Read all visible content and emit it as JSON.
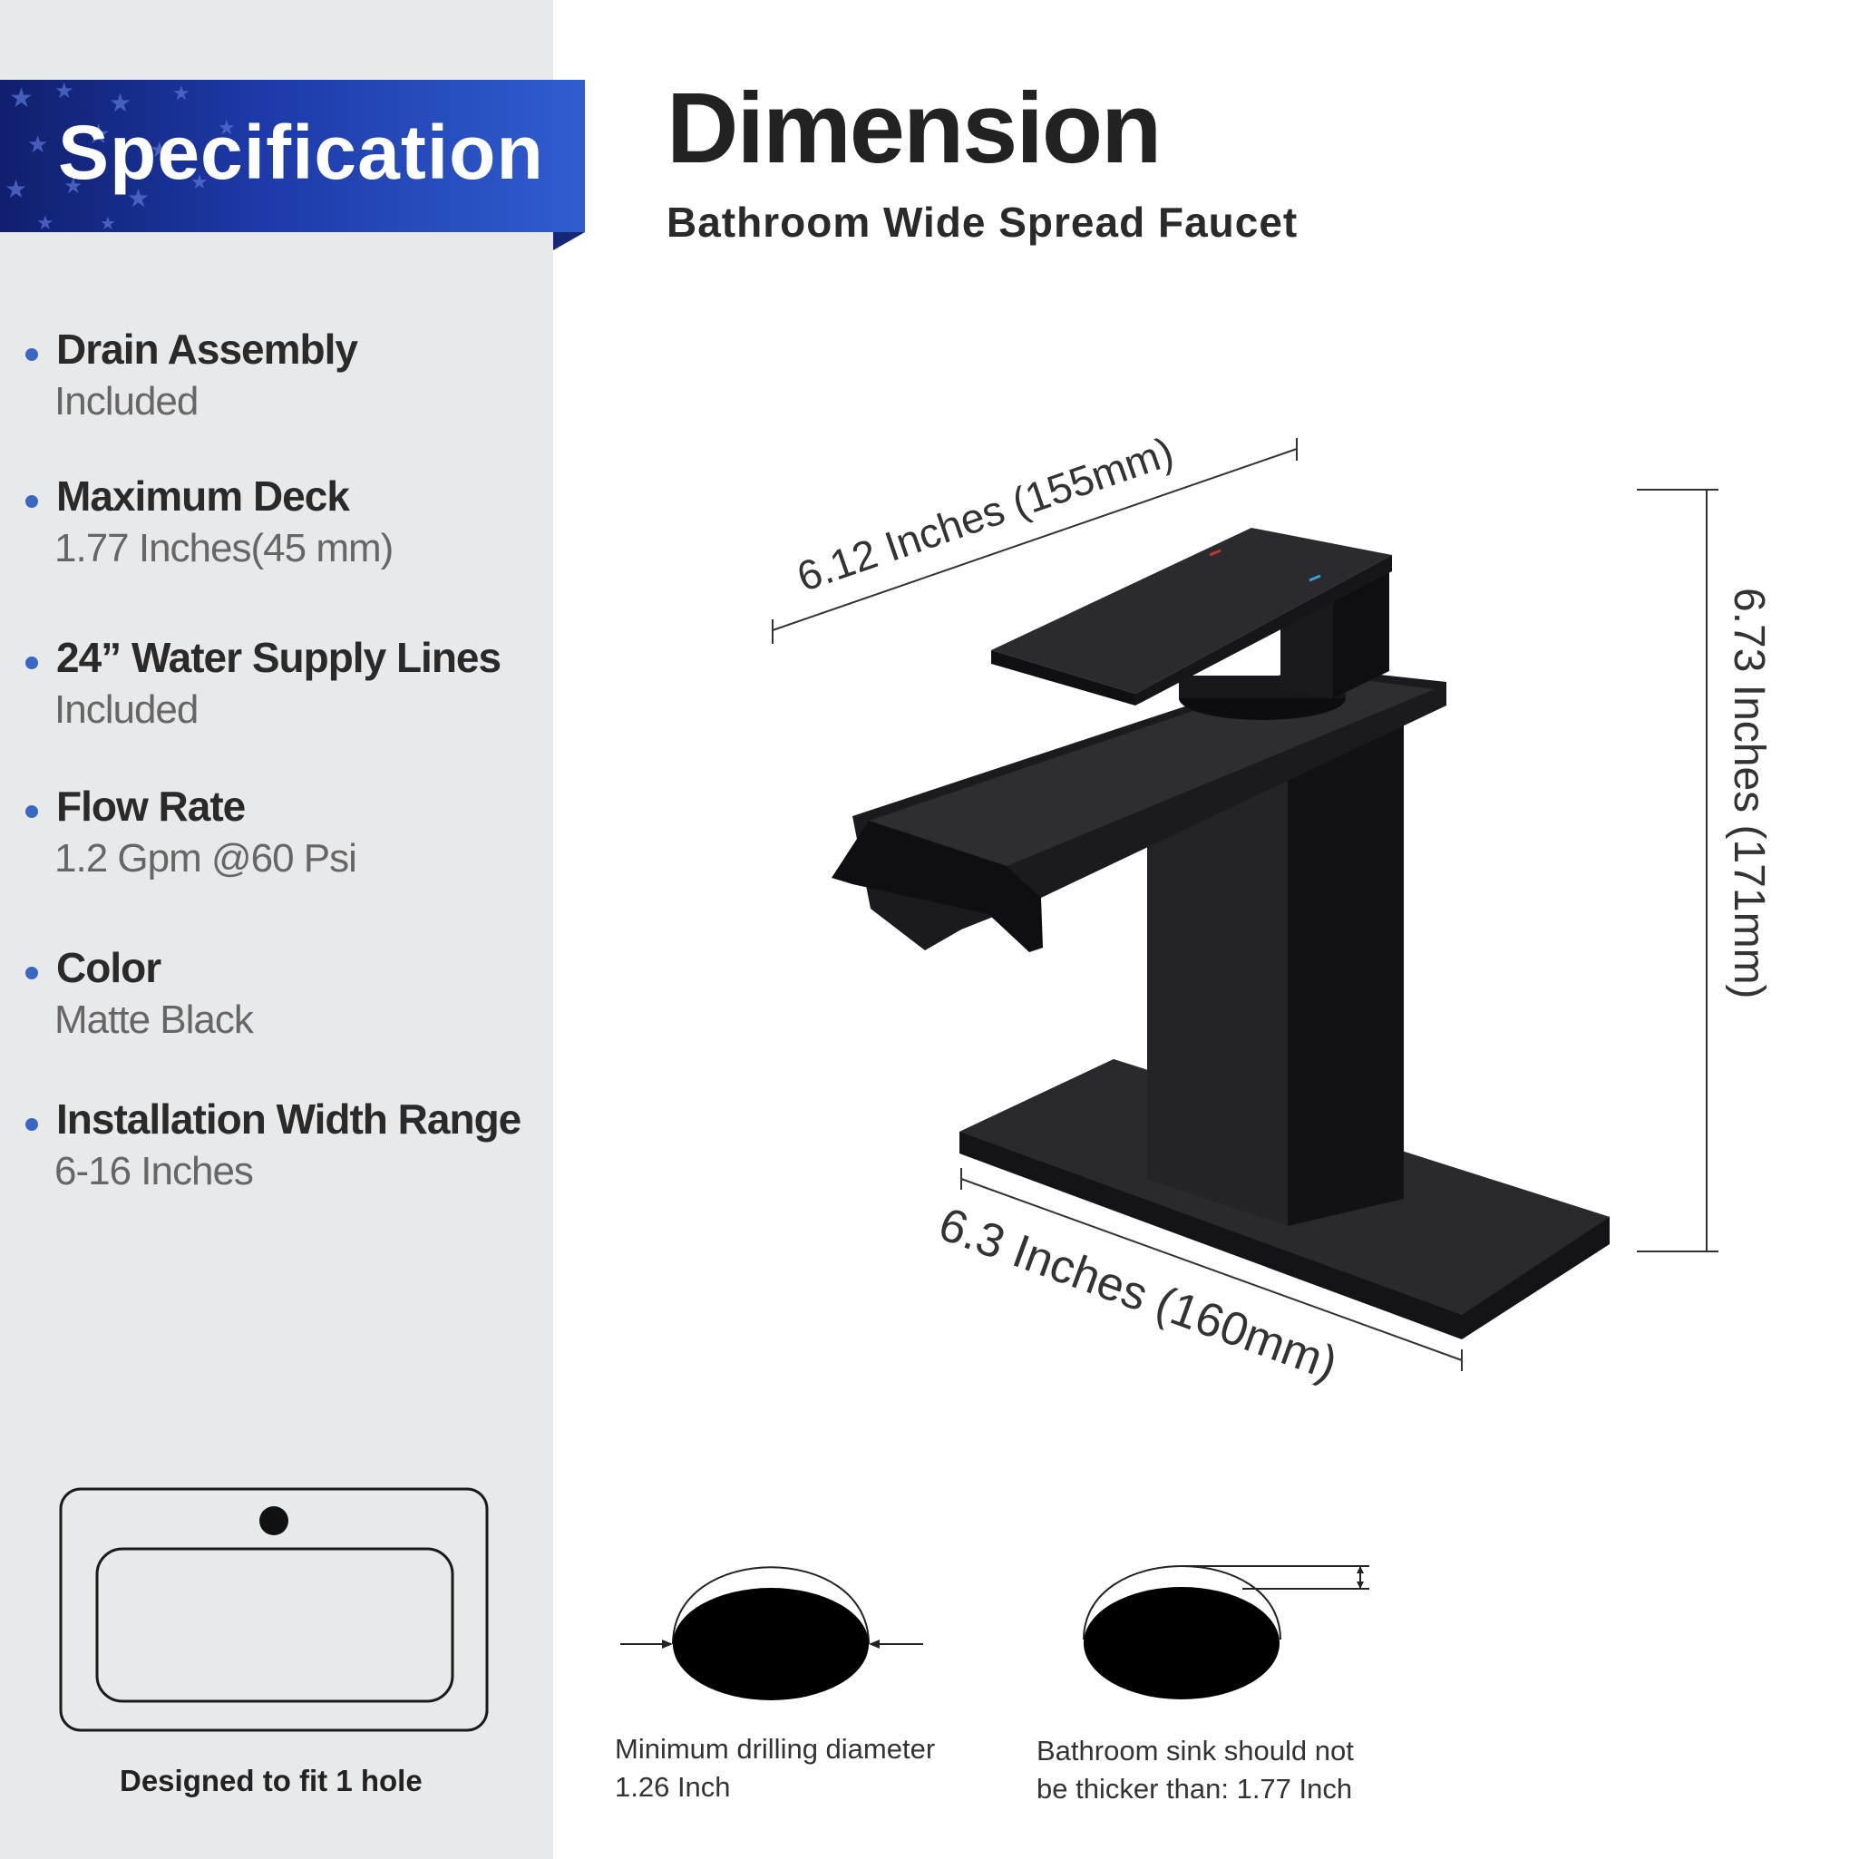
{
  "specification": {
    "title": "Specification",
    "items": [
      {
        "name": "Drain Assembly",
        "value": "Included"
      },
      {
        "name": "Maximum Deck",
        "value": "1.77 Inches(45 mm)"
      },
      {
        "name": "24” Water Supply Lines",
        "value": "Included"
      },
      {
        "name": "Flow Rate",
        "value": "1.2 Gpm @60 Psi"
      },
      {
        "name": "Color",
        "value": "Matte Black"
      },
      {
        "name": "Installation Width Range",
        "value": "6-16 Inches"
      }
    ],
    "hole_caption": "Designed to fit 1 hole"
  },
  "dimension": {
    "title": "Dimension",
    "subtitle": "Bathroom Wide Spread Faucet",
    "top_width": "6.12 Inches (155mm)",
    "height": "6.73 Inches (171mm)",
    "base_width": "6.3 Inches (160mm)",
    "drill_caption_line1": "Minimum drilling diameter",
    "drill_caption_line2": "1.26 Inch",
    "thickness_caption_line1": "Bathroom sink should not",
    "thickness_caption_line2": "be thicker than: 1.77 Inch"
  },
  "colors": {
    "accent_blue": "#2f5dd0",
    "sidebar_bg": "#e8e9eb",
    "faucet": "#1c1c1e"
  }
}
